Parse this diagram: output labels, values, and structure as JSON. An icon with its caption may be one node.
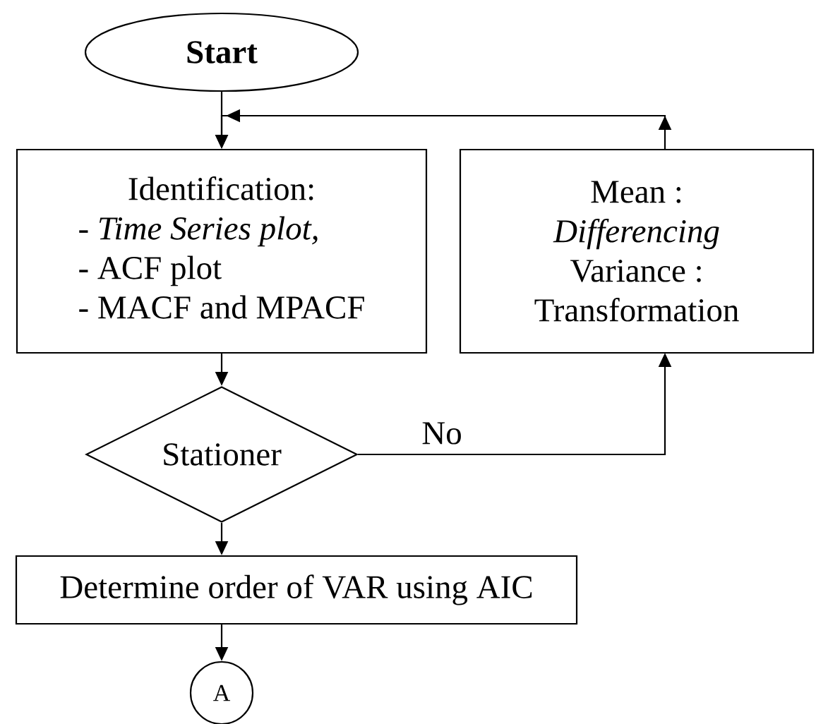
{
  "diagram": {
    "nodes": [
      {
        "text": [
          "Start"
        ]
      },
      {
        "text": [
          "Identification:",
          "- *Time Series plot,*",
          "- ACF plot",
          "- MACF and MPACF"
        ]
      },
      {
        "text": [
          "Mean :",
          "Differencing",
          "Variance :",
          "Transformation"
        ]
      },
      {
        "text": [
          "Stationer"
        ]
      },
      {
        "text": [
          "Determine order of VAR using AIC"
        ]
      },
      {
        "text": [
          "A"
        ]
      }
    ],
    "edges": [
      {
        "from": 0,
        "to": 1,
        "arrow": "to"
      },
      {
        "from": 1,
        "to": 3,
        "arrow": "to"
      },
      {
        "from": 3,
        "to": 2,
        "arrow": "to",
        "label": "No"
      },
      {
        "from": 2,
        "to": 1,
        "arrow": "to"
      },
      {
        "from": 3,
        "to": 4,
        "arrow": "to"
      },
      {
        "from": 4,
        "to": 5,
        "arrow": "to"
      }
    ]
  }
}
